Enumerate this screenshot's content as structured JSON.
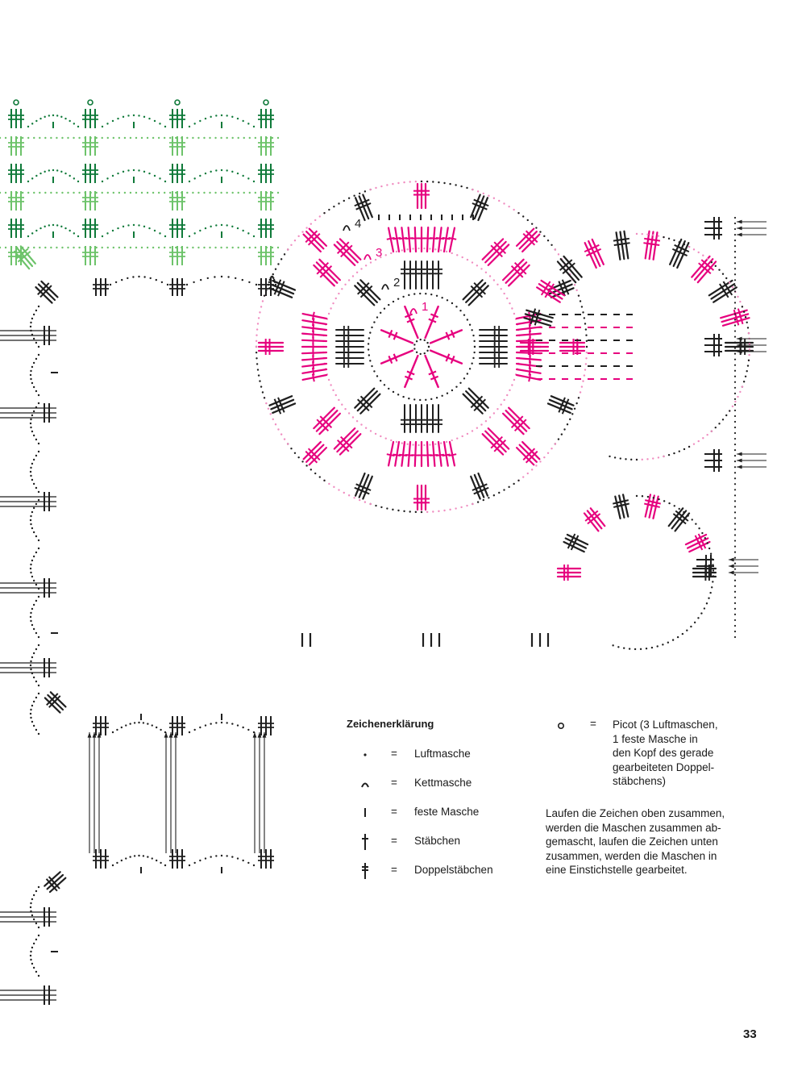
{
  "diagram": {
    "colors": {
      "black": "#1f1f1f",
      "magenta": "#e6007e",
      "magenta_light": "#f08cc0",
      "green_dark": "#0f7a3a",
      "green_light": "#6dc36a",
      "gray": "#888888"
    },
    "round_labels": [
      "1",
      "2",
      "3",
      "4"
    ]
  },
  "legend": {
    "title": "Zeichenerklärung",
    "items": [
      {
        "symbol": "dot-icon",
        "eq": "=",
        "label": "Luftmasche"
      },
      {
        "symbol": "arc-icon",
        "eq": "=",
        "label": "Kettmasche"
      },
      {
        "symbol": "short-bar-icon",
        "eq": "=",
        "label": "feste Masche"
      },
      {
        "symbol": "single-cross-icon",
        "eq": "=",
        "label": "Stäbchen"
      },
      {
        "symbol": "double-cross-icon",
        "eq": "=",
        "label": "Doppelstäbchen"
      }
    ],
    "picot": {
      "symbol": "circle-icon",
      "eq": "=",
      "lines": [
        "Picot (3 Luftmaschen,",
        "1 feste Masche in",
        "den Kopf des gerade",
        "gearbeiteten Doppel-",
        "stäbchens)"
      ]
    },
    "note_lines": [
      "Laufen die Zeichen oben zusammen,",
      "werden die Maschen zusammen ab-",
      "gemascht, laufen die Zeichen unten",
      "zusammen, werden die Maschen in",
      "eine Einstichstelle gearbeitet."
    ]
  },
  "page_number": "33"
}
